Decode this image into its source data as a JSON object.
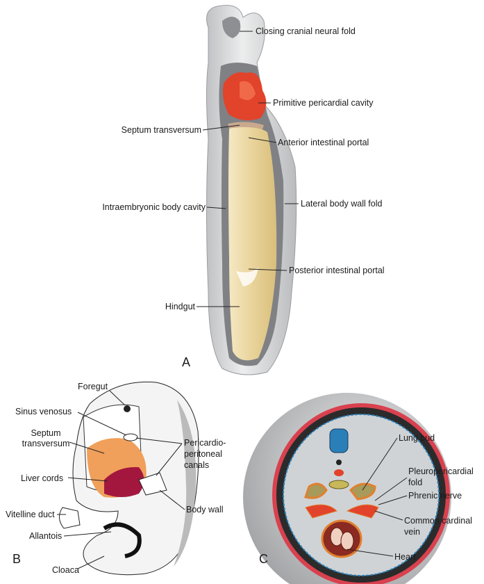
{
  "panel_a": {
    "letter": "A",
    "labels": {
      "closing_cranial_neural_fold": "Closing cranial neural fold",
      "primitive_pericardial_cavity": "Primitive pericardial cavity",
      "septum_transversum": "Septum transversum",
      "anterior_intestinal_portal": "Anterior intestinal portal",
      "intraembryonic_body_cavity": "Intraembryonic body cavity",
      "lateral_body_wall_fold": "Lateral body wall fold",
      "posterior_intestinal_portal": "Posterior intestinal portal",
      "hindgut": "Hindgut"
    }
  },
  "panel_b": {
    "letter": "B",
    "labels": {
      "foregut": "Foregut",
      "sinus_venosus": "Sinus venosus",
      "septum_transversum_1": "Septum",
      "septum_transversum_2": "transversum",
      "pericardio_1": "Pericardio-",
      "pericardio_2": "peritoneal",
      "pericardio_3": "canals",
      "liver_cords": "Liver cords",
      "body_wall": "Body wall",
      "vitelline_duct": "Vitelline duct",
      "allantois": "Allantois",
      "cloaca": "Cloaca"
    }
  },
  "panel_c": {
    "letter": "C",
    "labels": {
      "lung_bud": "Lung bud",
      "pleuropericardial_1": "Pleuropericardial",
      "pleuropericardial_2": "fold",
      "phrenic_nerve": "Phrenic nerve",
      "common_cardinal_1": "Common cardinal",
      "common_cardinal_2": "vein",
      "heart": "Heart"
    }
  },
  "colors": {
    "body_gray": "#d2d3d5",
    "gut_yellow": "#ecd9a6",
    "heart_red": "#e2432b",
    "liver_orange": "#f0a05a",
    "liver_cords": "#a3173f",
    "wall_red": "#d9414f",
    "coelom_blue": "#2a7fb8"
  }
}
